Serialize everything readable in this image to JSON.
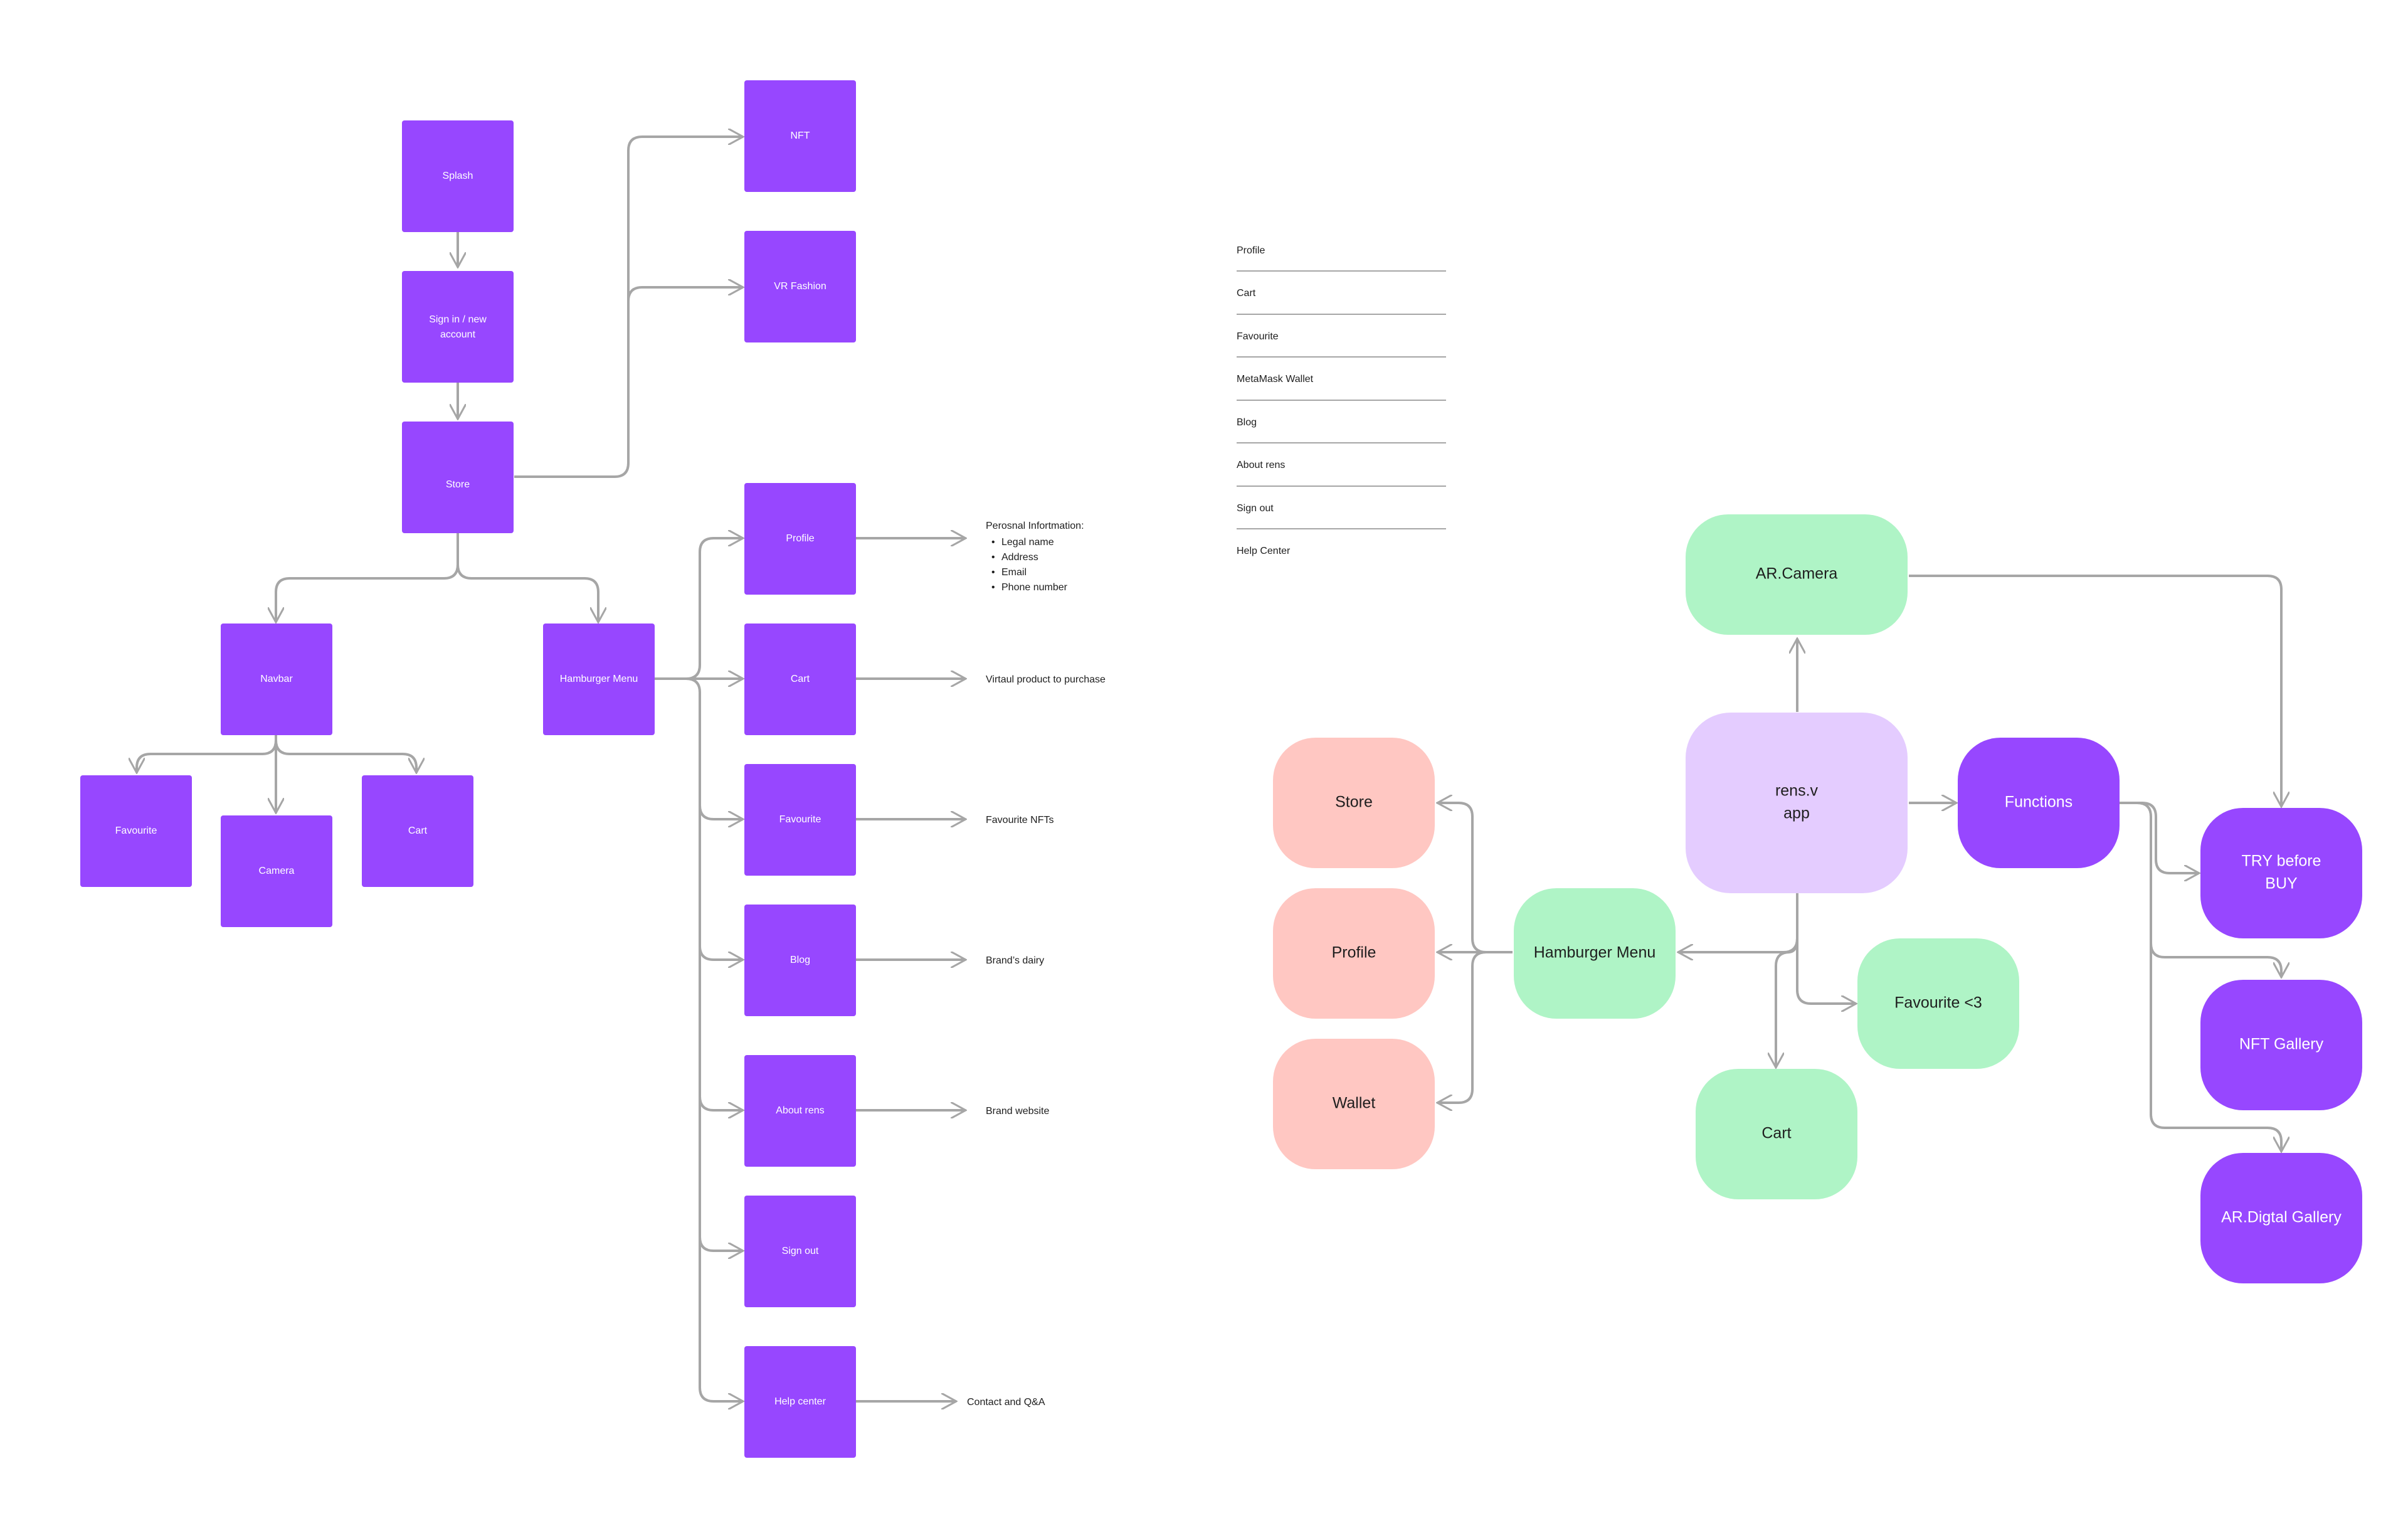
{
  "colors": {
    "purple": "#9747ff",
    "green": "#aff4c6",
    "pink": "#ffc7c2",
    "lavender": "#e4ccff",
    "line": "#a6a6a6",
    "text_dark": "#1e1e1e",
    "text_light": "#ffffff"
  },
  "flowchart": {
    "nodes": {
      "splash": "Splash",
      "signin": [
        "Sign in / new",
        "account"
      ],
      "store": "Store",
      "nft": "NFT",
      "vr_fashion": "VR Fashion",
      "navbar": "Navbar",
      "hamburger": "Hamburger Menu",
      "favourite": "Favourite",
      "camera": "Camera",
      "cart": "Cart",
      "menu_profile": "Profile",
      "menu_cart": "Cart",
      "menu_favourite": "Favourite",
      "menu_blog": "Blog",
      "menu_about": "About rens",
      "menu_signout": "Sign out",
      "menu_help": "Help center"
    },
    "notes": {
      "profile_title": "Perosnal Infortmation:",
      "profile_items": [
        "Legal name",
        "Address",
        "Email",
        "Phone number"
      ],
      "cart": "Virtaul product to purchase",
      "favourite": "Favourite NFTs",
      "blog": "Brand’s dairy",
      "about": "Brand website",
      "help": "Contact and Q&A"
    }
  },
  "menu_list": [
    "Profile",
    "Cart",
    "Favourite",
    "MetaMask Wallet",
    "Blog",
    "About rens",
    "Sign out",
    "Help Center"
  ],
  "mindmap": {
    "center": [
      "rens.v",
      "app"
    ],
    "ar_camera": "AR.Camera",
    "functions": "Functions",
    "try_before_buy": [
      "TRY before",
      "BUY"
    ],
    "nft_gallery": "NFT Gallery",
    "ar_gallery": "AR.Digtal Gallery",
    "hamburger": "Hamburger Menu",
    "store": "Store",
    "profile": "Profile",
    "wallet": "Wallet",
    "favourite": "Favourite <3",
    "cart": "Cart"
  }
}
